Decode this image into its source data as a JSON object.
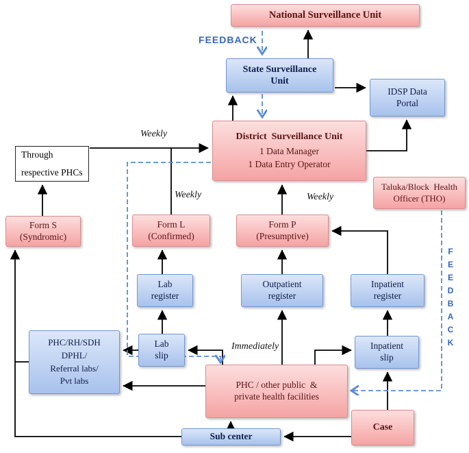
{
  "nodes": {
    "national": {
      "label": "National Surveillance Unit"
    },
    "state": {
      "label": "State Surveillance\nUnit"
    },
    "idsp_portal": {
      "label": "IDSP Data\nPortal"
    },
    "district": {
      "title": "District  Surveillance Unit",
      "staff1": "1 Data Manager",
      "staff2": "1 Data Entry Operator"
    },
    "through_phcs": {
      "label": "Through\nrespective PHCs"
    },
    "tho": {
      "label": "Taluka/Block  Health\nOfficer (THO)"
    },
    "form_s": {
      "label": "Form S\n(Syndromic)"
    },
    "form_l": {
      "label": "Form L\n(Confirmed)"
    },
    "form_p": {
      "label": "Form P\n(Presumptive)"
    },
    "lab_register": {
      "label": "Lab\nregister"
    },
    "outpatient_register": {
      "label": "Outpatient\nregister"
    },
    "inpatient_register": {
      "label": "Inpatient\nregister"
    },
    "lab_slip": {
      "label": "Lab\nslip"
    },
    "inpatient_slip": {
      "label": "Inpatient\nslip"
    },
    "labs": {
      "label": "PHC/RH/SDH\nDPHL/\nReferral labs/\nPvt labs"
    },
    "phc_facilities": {
      "label": "PHC / other public  &\nprivate health facilities"
    },
    "sub_center": {
      "label": "Sub center"
    },
    "case": {
      "label": "Case"
    }
  },
  "labels": {
    "feedback_top": "FEEDBACK",
    "feedback_right": "FEEDBACK",
    "weekly_through_phcs": "Weekly",
    "weekly_form_l": "Weekly",
    "weekly_form_p": "Weekly",
    "immediately": "Immediately"
  },
  "colors": {
    "pink_fill_top": "#fddede",
    "pink_fill_bottom": "#f5a3a3",
    "pink_border": "#d98d8d",
    "pink_text": "#5a1414",
    "blue_fill_top": "#dbe7f9",
    "blue_fill_bottom": "#a8c2ec",
    "blue_border": "#7396d0",
    "blue_text": "#101c4a",
    "arrow_black": "#000000",
    "feedback_blue": "#3465c0",
    "dashed_blue": "#5b8bd0"
  }
}
